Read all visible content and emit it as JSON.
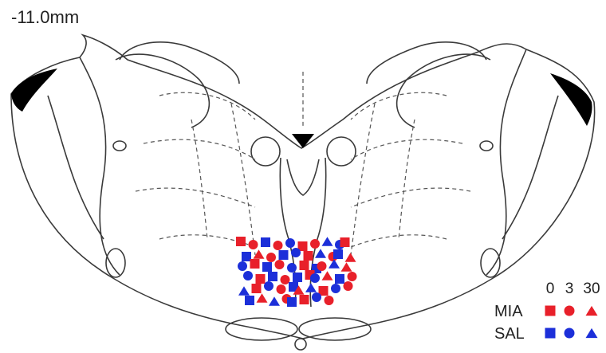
{
  "section_label": "-11.0mm",
  "legend": {
    "doses": [
      "0",
      "3",
      "30"
    ],
    "groups": [
      {
        "label": "MIA",
        "color": "#e8202a"
      },
      {
        "label": "SAL",
        "color": "#1c2fd9"
      }
    ]
  },
  "marker_shapes_by_dose": {
    "0": "square",
    "3": "circle",
    "30": "triangle"
  },
  "placements": [
    {
      "g": "MIA",
      "d": "0"
    },
    {
      "g": "MIA",
      "d": "3"
    },
    {
      "g": "SAL",
      "d": "0"
    },
    {
      "g": "MIA",
      "d": "3"
    },
    {
      "g": "SAL",
      "d": "3"
    },
    {
      "g": "MIA",
      "d": "0"
    },
    {
      "g": "MIA",
      "d": "3"
    },
    {
      "g": "SAL",
      "d": "30"
    },
    {
      "g": "SAL",
      "d": "3"
    },
    {
      "g": "MIA",
      "d": "0"
    },
    {
      "g": "SAL",
      "d": "0"
    },
    {
      "g": "MIA",
      "d": "30"
    },
    {
      "g": "MIA",
      "d": "3"
    },
    {
      "g": "SAL",
      "d": "0"
    },
    {
      "g": "SAL",
      "d": "3"
    },
    {
      "g": "MIA",
      "d": "0"
    },
    {
      "g": "SAL",
      "d": "30"
    },
    {
      "g": "MIA",
      "d": "3"
    },
    {
      "g": "SAL",
      "d": "0"
    },
    {
      "g": "MIA",
      "d": "30"
    },
    {
      "g": "SAL",
      "d": "3"
    },
    {
      "g": "MIA",
      "d": "0"
    },
    {
      "g": "SAL",
      "d": "0"
    },
    {
      "g": "MIA",
      "d": "3"
    },
    {
      "g": "SAL",
      "d": "3"
    },
    {
      "g": "MIA",
      "d": "0"
    },
    {
      "g": "SAL",
      "d": "0"
    },
    {
      "g": "MIA",
      "d": "3"
    },
    {
      "g": "SAL",
      "d": "30"
    },
    {
      "g": "MIA",
      "d": "30"
    },
    {
      "g": "SAL",
      "d": "3"
    },
    {
      "g": "MIA",
      "d": "0"
    },
    {
      "g": "SAL",
      "d": "0"
    },
    {
      "g": "MIA",
      "d": "3"
    },
    {
      "g": "SAL",
      "d": "0"
    },
    {
      "g": "MIA",
      "d": "0"
    },
    {
      "g": "SAL",
      "d": "3"
    },
    {
      "g": "MIA",
      "d": "30"
    },
    {
      "g": "SAL",
      "d": "0"
    },
    {
      "g": "MIA",
      "d": "3"
    },
    {
      "g": "SAL",
      "d": "30"
    },
    {
      "g": "MIA",
      "d": "0"
    },
    {
      "g": "SAL",
      "d": "3"
    },
    {
      "g": "MIA",
      "d": "3"
    },
    {
      "g": "SAL",
      "d": "0"
    },
    {
      "g": "MIA",
      "d": "30"
    },
    {
      "g": "SAL",
      "d": "30"
    },
    {
      "g": "MIA",
      "d": "0"
    },
    {
      "g": "SAL",
      "d": "3"
    },
    {
      "g": "MIA",
      "d": "3"
    },
    {
      "g": "SAL",
      "d": "0"
    },
    {
      "g": "MIA",
      "d": "30"
    },
    {
      "g": "SAL",
      "d": "30"
    },
    {
      "g": "MIA",
      "d": "3"
    },
    {
      "g": "SAL",
      "d": "0"
    },
    {
      "g": "MIA",
      "d": "0"
    },
    {
      "g": "SAL",
      "d": "3"
    },
    {
      "g": "MIA",
      "d": "3"
    }
  ]
}
